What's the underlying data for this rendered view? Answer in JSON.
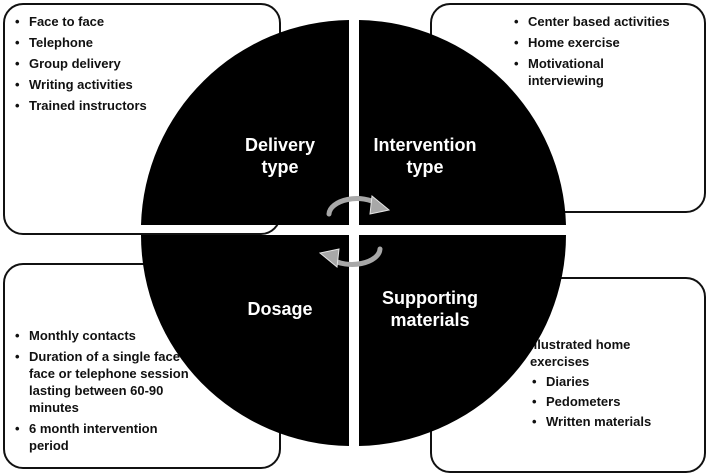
{
  "quadrants": {
    "top_left": {
      "title": "Delivery\ntype",
      "items": [
        "Face to face",
        "Telephone",
        "Group delivery",
        "Writing activities",
        "Trained instructors"
      ]
    },
    "top_right": {
      "title": "Intervention\ntype",
      "items": [
        "Center based activities",
        "Home exercise",
        "Motivational interviewing"
      ]
    },
    "bottom_left": {
      "title": "Dosage",
      "items": [
        "Monthly contacts",
        "Duration of a single face to face or telephone session lasting  between 60-90 minutes",
        "6 month intervention period"
      ]
    },
    "bottom_right": {
      "title": "Supporting\nmaterials",
      "lead": "Illustrated home exercises",
      "items": [
        "Diaries",
        "Pedometers",
        "Written materials"
      ]
    }
  },
  "colors": {
    "circle": "#000000",
    "arrow": "#9e9e9e",
    "border": "#111111"
  },
  "icons": [
    "cycle-arrows-icon"
  ]
}
